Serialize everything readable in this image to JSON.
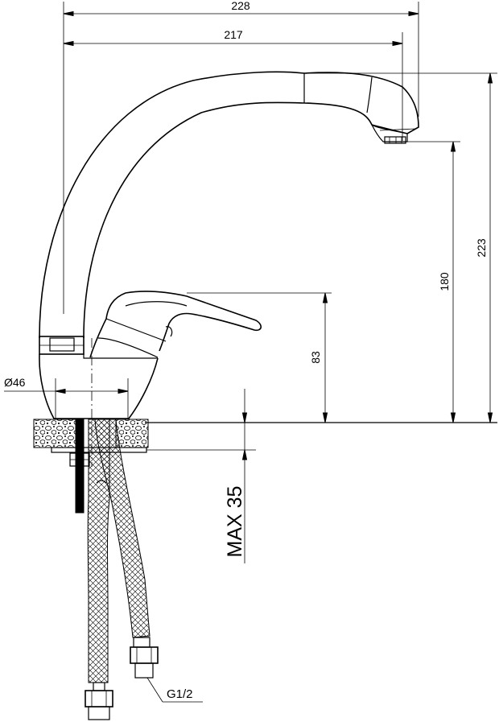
{
  "dimensions": {
    "overall_reach": "228",
    "spout_reach": "217",
    "overall_height": "223",
    "spout_height": "180",
    "lever_height": "83",
    "base_diameter": "Ø46",
    "max_deck_thickness": "MAX 35",
    "connection_thread": "G1/2"
  },
  "colors": {
    "line": "#000000",
    "background": "#ffffff"
  }
}
